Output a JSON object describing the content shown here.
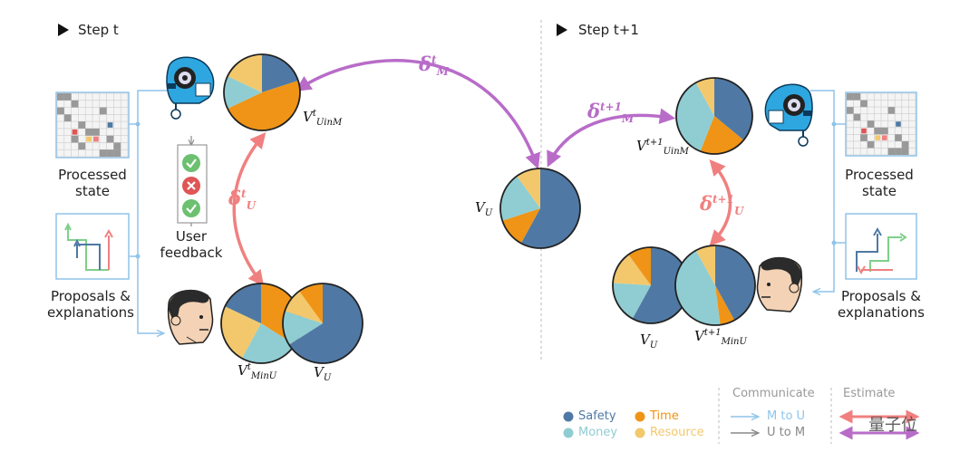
{
  "step_left": "Step t",
  "step_right": "Step t+1",
  "processed_state": "Processed\nstate",
  "proposals": "Proposals &\nexplanations",
  "user_feedback": "User\nfeedback",
  "labels": {
    "delta_m": {
      "base": "δ",
      "sup": "t",
      "sub": "M"
    },
    "delta_u": {
      "base": "δ",
      "sup": "t",
      "sub": "U"
    },
    "delta_m_next": {
      "base": "δ",
      "sup": "t+1",
      "sub": "M"
    },
    "delta_u_next": {
      "base": "δ",
      "sup": "t+1",
      "sub": "U"
    },
    "v_uinm": {
      "base": "V",
      "sup": "t",
      "sub": "UinM"
    },
    "v_minu": {
      "base": "V",
      "sup": "t",
      "sub": "MinU"
    },
    "v_u_left": {
      "base": "V",
      "sub": "U"
    },
    "v_u_center": {
      "base": "V",
      "sub": "U"
    },
    "v_uinm_next": {
      "base": "V",
      "sup": "t+1",
      "sub": "UinM"
    },
    "v_u_right": {
      "base": "V",
      "sub": "U"
    },
    "v_minu_next": {
      "base": "V",
      "sup": "t+1",
      "sub": "MinU"
    }
  },
  "legend": {
    "safety": "Safety",
    "time": "Time",
    "money": "Money",
    "resource": "Resource",
    "communicate": "Communicate",
    "estimate": "Estimate",
    "m_to_u": "M to U",
    "u_to_m": "U to M"
  },
  "colors": {
    "safety": "#4f79a4",
    "time": "#ef9416",
    "money": "#8fcdd2",
    "resource": "#f3c86c",
    "delta_u": "#f08080",
    "delta_m": "#b86cc8",
    "m_to_u": "#8fc4ea",
    "u_to_m": "#888888"
  },
  "watermark": "量子位"
}
